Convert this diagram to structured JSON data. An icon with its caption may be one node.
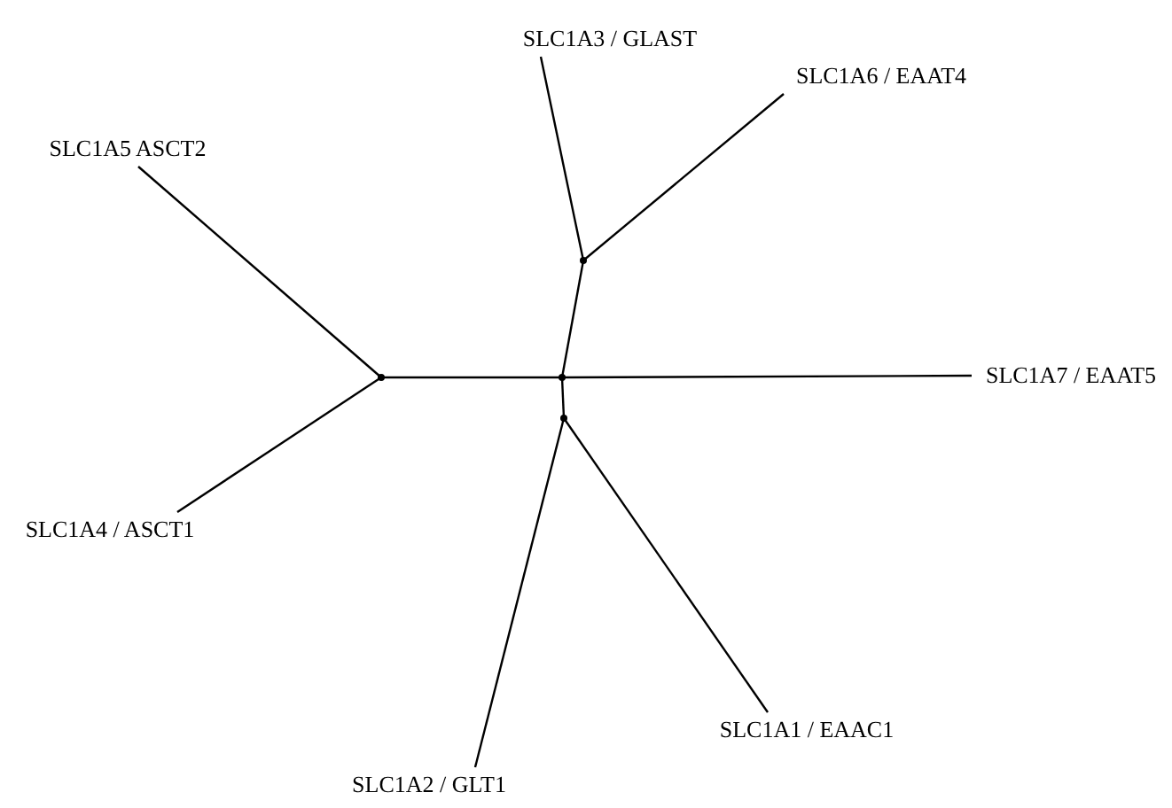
{
  "diagram": {
    "nodes": [
      {
        "text": [
          "SLC1A3 / GLAST"
        ]
      },
      {
        "text": [
          "SLC1A6 / EAAT4"
        ]
      },
      {
        "text": [
          "SLC1A5 ASCT2"
        ]
      },
      {
        "text": [],
        "shape": "point"
      },
      {
        "text": [],
        "shape": "point"
      },
      {
        "text": [],
        "shape": "point"
      },
      {
        "text": [
          "SLC1A7 / EAAT5"
        ]
      },
      {
        "text": [],
        "shape": "point"
      },
      {
        "text": [
          "SLC1A4 / ASCT1"
        ]
      },
      {
        "text": [
          "SLC1A1 / EAAC1"
        ]
      },
      {
        "text": [
          "SLC1A2 / GLT1"
        ]
      }
    ],
    "edges": [
      {
        "from": 3,
        "to": 0,
        "arrow": "none"
      },
      {
        "from": 3,
        "to": 1,
        "arrow": "none"
      },
      {
        "from": 5,
        "to": 3,
        "arrow": "none"
      },
      {
        "from": 4,
        "to": 2,
        "arrow": "none"
      },
      {
        "from": 4,
        "to": 8,
        "arrow": "none"
      },
      {
        "from": 4,
        "to": 5,
        "arrow": "none"
      },
      {
        "from": 5,
        "to": 6,
        "arrow": "none"
      },
      {
        "from": 5,
        "to": 7,
        "arrow": "none"
      },
      {
        "from": 7,
        "to": 9,
        "arrow": "none"
      },
      {
        "from": 7,
        "to": 10,
        "arrow": "none"
      }
    ]
  }
}
